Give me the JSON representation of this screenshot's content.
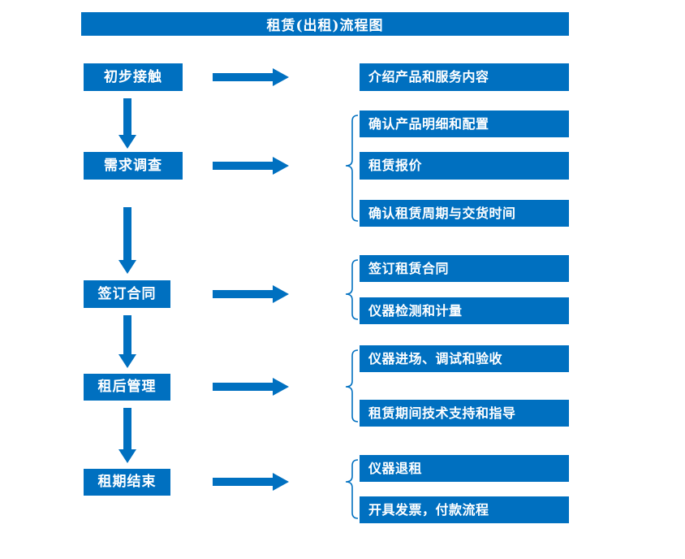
{
  "title": "租赁(出租)流程图",
  "colors": {
    "primary": "#0070C0",
    "box_text": "#FFFFFF",
    "background": "#FFFFFF"
  },
  "stages": [
    {
      "label": "初步接触",
      "outputs": [
        "介绍产品和服务内容"
      ]
    },
    {
      "label": "需求调查",
      "outputs": [
        "确认产品明细和配置",
        "租赁报价",
        "确认租赁周期与交货时间"
      ]
    },
    {
      "label": "签订合同",
      "outputs": [
        "签订租赁合同",
        "仪器检测和计量"
      ]
    },
    {
      "label": "租后管理",
      "outputs": [
        "仪器进场、调试和验收",
        "租赁期间技术支持和指导"
      ]
    },
    {
      "label": "租期结束",
      "outputs": [
        "仪器退租",
        "开具发票，付款流程"
      ]
    }
  ]
}
